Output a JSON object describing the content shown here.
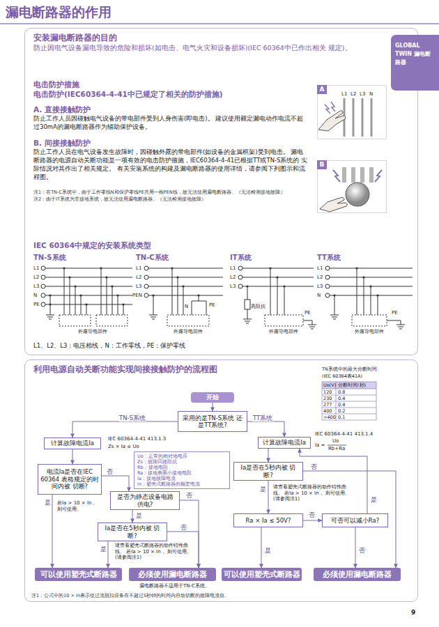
{
  "diagram": {
    "title": "漏电断路器的作用",
    "nodes": [
      {
        "text": [
          "GLOBAL TWIN 漏电断路器"
        ]
      },
      {
        "text": [
          "安装漏电断路器的目的",
          "防止因电气设备漏电导致的危险和损坏(如电击、电气火灾和设备损坏)(IEC 60364中已作出相关 规定)。"
        ]
      },
      {
        "text": [
          "A"
        ],
        "in": 1
      },
      {
        "text": [
          "B"
        ],
        "in": 1
      },
      {
        "text": [
          "利用电源自动关断功能实现间接接触防护的流程图"
        ]
      },
      {
        "text": [
          "开始"
        ],
        "in": 4
      },
      {
        "text": [
          "采用的是TN-S系统 还是TT系统?"
        ],
        "in": 4
      },
      {
        "text": [
          "计算故障电流Ia"
        ],
        "in": 4
      },
      {
        "text": [
          "电流Ia是否在IEC 60364 表格规定的时间内被 切断?"
        ],
        "in": 4
      },
      {
        "text": [
          "是否为静态设备电路 供电?"
        ],
        "in": 4
      },
      {
        "text": [
          "Ia是否在5秒内被 切断?"
        ],
        "in": 4
      },
      {
        "text": [
          "可以使用塑壳式断路器"
        ],
        "in": 4
      },
      {
        "text": [
          "必须使用漏电断路器"
        ],
        "in": 4
      },
      {
        "text": [
          "计算故障电流Ia"
        ],
        "in": 4
      },
      {
        "text": [
          "Ia是否在5秒内被 切断?"
        ],
        "in": 4
      },
      {
        "text": [
          "Ra × Ia ≤ 50V?"
        ],
        "in": 4
      },
      {
        "text": [
          "可否可以减小Ra?"
        ],
        "in": 4
      },
      {
        "text": [
          "可以使用塑壳式断路器"
        ],
        "in": 4
      },
      {
        "text": [
          "必须使用漏电断路器"
        ],
        "in": 4
      },
      {
        "text": [
          "Uo：正常的相对地电压",
          "Zs：故障回路阻抗",
          "Rb：接地电阻",
          "Ra：接地表面小接地电阻",
          "Ia：接地故障电流",
          "In：塑壳式断路器的额定电流"
        ],
        "in": 4
      }
    ],
    "edges": [
      {
        "from": 5,
        "to": 6,
        "arrow": "to"
      },
      {
        "from": 6,
        "to": 7,
        "arrow": "to",
        "label": "TN-S系统"
      },
      {
        "from": 6,
        "to": 13,
        "arrow": "to",
        "label": "TT系统"
      },
      {
        "from": 7,
        "to": 8,
        "arrow": "to"
      },
      {
        "from": 8,
        "to": 11,
        "arrow": "to",
        "label": "是"
      },
      {
        "from": 8,
        "to": 9,
        "arrow": "to",
        "label": "否"
      },
      {
        "from": 9,
        "to": 10,
        "arrow": "to",
        "label": "是"
      },
      {
        "from": 9,
        "to": 12,
        "arrow": "to",
        "label": "否"
      },
      {
        "from": 10,
        "to": 11,
        "arrow": "to",
        "label": "是"
      },
      {
        "from": 10,
        "to": 12,
        "arrow": "to",
        "label": "否"
      },
      {
        "from": 13,
        "to": 14,
        "arrow": "to"
      },
      {
        "from": 14,
        "to": 15,
        "arrow": "to",
        "label": "是"
      },
      {
        "from": 14,
        "to": 18,
        "arrow": "to",
        "label": "否"
      },
      {
        "from": 15,
        "to": 17,
        "arrow": "to",
        "label": "是"
      },
      {
        "from": 15,
        "to": 16,
        "arrow": "to",
        "label": "否"
      },
      {
        "from": 16,
        "to": 13,
        "arrow": "to",
        "label": "是"
      },
      {
        "from": 16,
        "to": 18,
        "arrow": "to",
        "label": "否"
      }
    ],
    "labels": [
      "电击防护措施",
      "电击防护(IEC60364-4-41中已规定了相关的防护措施)",
      "A. 直接接触防护",
      "防止工作人员因碰触电气设备的带电部件受到人身伤害(即电击)。 建议使用额定漏电动作电流不超过30mA的漏电断路器作为辅助保护设备。",
      "B. 间接接触防护",
      "防止工作人员在电气设备发生故障时，因碰触外露的带电部件(如设备的金属框架)受到电击。 漏电断路器的电源自动关断功能是一项有效的电击防护措施，IEC60364-4-41已根据TT或TN-S系统的 实际情况对其作出了相关规定。 有关安装系统的构建及漏电断路器的使用详情，请参阅下列图示和流程图。",
      "注1：在TN-C系统中，由于工作零线N和保护零线PE共用一根PEN线，故无法使用漏电断路器。（无法检测接地故障）",
      "注2：由于IT系统为非接地系统，故无法使用漏电断路器。（无法检测接地故障）",
      "L1",
      "L2",
      "L3",
      "N",
      "IEC 60364中规定的安装系统类型",
      "TN-S系统",
      "TN-C系统",
      "IT系统",
      "TT系统",
      "L1",
      "L2",
      "L3",
      "N",
      "PE",
      "L1",
      "L2",
      "L3",
      "PEN",
      "L1",
      "L2",
      "L3",
      "L1",
      "L2",
      "L3",
      "N",
      "N",
      "PE",
      "高阻抗",
      "PE",
      "PE",
      "外露导电部件",
      "外露导电部件",
      "外露导电部件",
      "外露导电部件",
      "L1、L2、L3：电压相线，N：工作零线，PE：保护零线",
      "TN系统中的最大分断时间",
      "(IEC 60364表41A)",
      "Uo(V)",
      "分断时间(秒)",
      "120",
      "0.8",
      "230",
      "0.4",
      "277",
      "0.4",
      "400",
      "0.2",
      ">400",
      "0.1",
      "IEC 60364-4-41 413.1.3",
      "Zs × Ia ≤ Uo",
      "IEC 60364-4-41 413.1.4",
      "Ia =",
      "Uo",
      "Rb+Ra",
      "若Ia > 10 × In， 则可使用。",
      "请查看塑壳式断路器的动作特性曲线。 若Ia > 10 × In， 则可使用。 (请参阅注1)",
      "请查看塑壳式断路器的动作特性曲线。 若Ia > 10 × In， 则可使用。 (请参阅注1)",
      "漏电断路器不适用于TN-C系统。",
      "注1：公式中的10 × In表示使过流脱扣设备在不超过5秒钟的时间内自动切断的故障电流值。",
      "9"
    ]
  }
}
